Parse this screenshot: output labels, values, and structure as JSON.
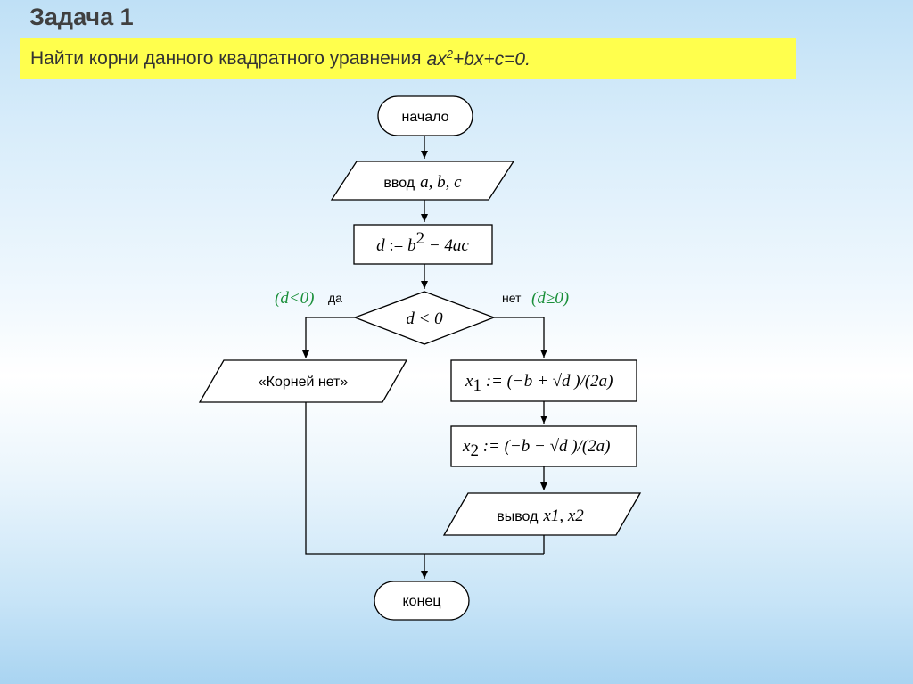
{
  "slide": {
    "title": "Задача 1",
    "task_text": "Найти корни данного квадратного уравнения",
    "equation_prefix": "ax",
    "equation_power": "2",
    "equation_suffix": "+bx+c=0."
  },
  "flowchart": {
    "start": "начало",
    "input_label": "ввод",
    "input_vars": "a, b, c",
    "discriminant": {
      "lhs": "d",
      "assign": " := ",
      "b": "b",
      "exp": "2",
      "rest": " − 4ac"
    },
    "decision": "d < 0",
    "yes_condition": "(d<0)",
    "yes_label": "да",
    "no_label": "нет",
    "no_condition": "(d≥0)",
    "no_roots": "«Корней нет»",
    "x1": {
      "name": "x",
      "sub": "1",
      "expr_a": " := (−b + ",
      "radicand": "d",
      "expr_b": " )/(2a)"
    },
    "x2": {
      "name": "x",
      "sub": "2",
      "expr_a": " := (−b − ",
      "radicand": "d",
      "expr_b": " )/(2a)"
    },
    "output_label": "вывод",
    "output_vars": "x1, x2",
    "end": "конец"
  }
}
